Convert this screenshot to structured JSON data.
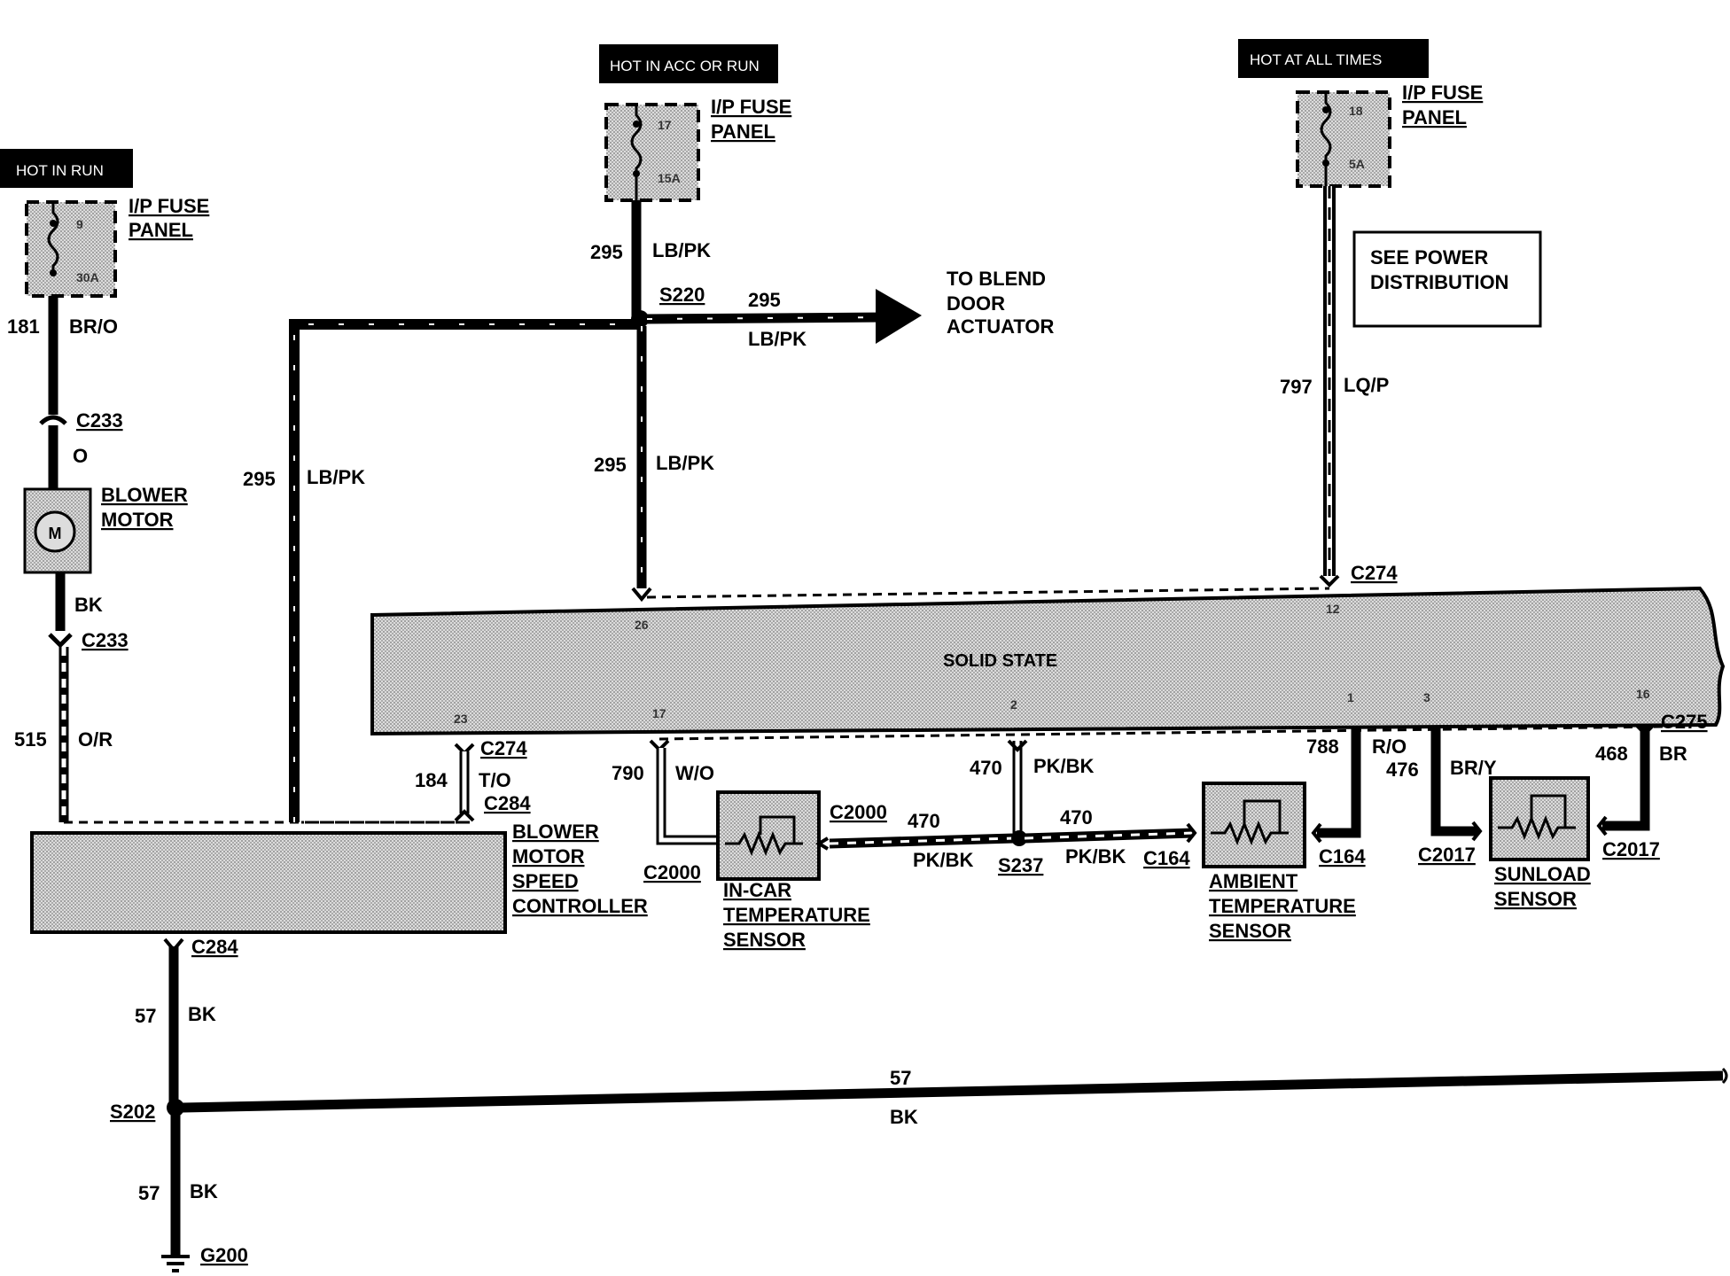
{
  "sources": {
    "run": {
      "tag": "HOT IN RUN",
      "fuse_num": "9",
      "fuse_amp": "30A"
    },
    "acc": {
      "tag": "HOT IN ACC OR RUN",
      "fuse_num": "17",
      "fuse_amp": "15A"
    },
    "all": {
      "tag": "HOT AT ALL TIMES",
      "fuse_num": "18",
      "fuse_amp": "5A"
    },
    "fuse_panel_line1": "I/P FUSE",
    "fuse_panel_line2": "PANEL"
  },
  "notes": {
    "see_power_1": "SEE POWER",
    "see_power_2": "DISTRIBUTION",
    "blend_1": "TO BLEND",
    "blend_2": "DOOR",
    "blend_3": "ACTUATOR"
  },
  "wires": {
    "w181": "181",
    "br_o": "BR/O",
    "c233": "C233",
    "o": "O",
    "bk": "BK",
    "w515": "515",
    "o_r": "O/R",
    "w295": "295",
    "lb_pk": "LB/PK",
    "s220": "S220",
    "w797": "797",
    "lq_p": "LQ/P",
    "c274": "C274",
    "w184": "184",
    "t_o": "T/O",
    "c284": "C284",
    "w790": "790",
    "w_o": "W/O",
    "c2000": "C2000",
    "w470": "470",
    "pk_bk": "PK/BK",
    "s237": "S237",
    "c164": "C164",
    "w788": "788",
    "r_o": "R/O",
    "w476": "476",
    "br_y": "BR/Y",
    "w468": "468",
    "br": "BR",
    "c275": "C275",
    "c2017": "C2017",
    "w57": "57",
    "s202": "S202",
    "g200": "G200"
  },
  "components": {
    "blower_motor_1": "BLOWER",
    "blower_motor_2": "MOTOR",
    "motor_symbol": "M",
    "bmsc_1": "BLOWER",
    "bmsc_2": "MOTOR",
    "bmsc_3": "SPEED",
    "bmsc_4": "CONTROLLER",
    "solid_state": "SOLID STATE",
    "incar_1": "IN-CAR",
    "incar_2": "TEMPERATURE",
    "incar_3": "SENSOR",
    "ambient_1": "AMBIENT",
    "ambient_2": "TEMPERATURE",
    "ambient_3": "SENSOR",
    "sunload_1": "SUNLOAD",
    "sunload_2": "SENSOR"
  },
  "pins": {
    "p26": "26",
    "p12": "12",
    "p23": "23",
    "p17": "17",
    "p2": "2",
    "p1": "1",
    "p3": "3",
    "p16": "16"
  }
}
